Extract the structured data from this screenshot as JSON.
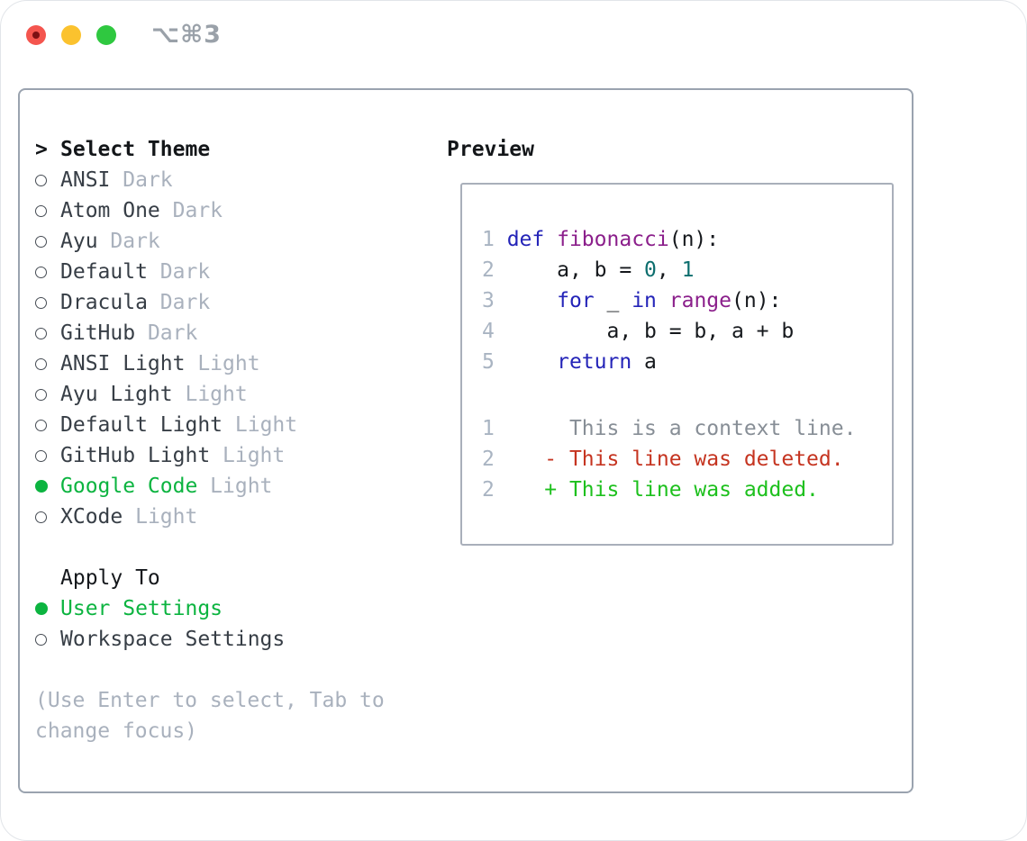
{
  "window": {
    "shortcut_label": "⌥⌘3",
    "traffic_lights": [
      {
        "name": "close-button",
        "color": "#f4554e",
        "dot_color": "#7c1013"
      },
      {
        "name": "minimize-button",
        "color": "#fbc22e"
      },
      {
        "name": "zoom-button",
        "color": "#2fc840"
      }
    ]
  },
  "palette": {
    "panel_border": "#9aa3af",
    "preview_border": "#a9afba",
    "heading_text": "#131619",
    "list_text": "#373e46",
    "dim_text": "#a9b1bd",
    "selected_green": "#0cb440",
    "radio_outline": "#464c54",
    "shortcut_gray": "#9aa1a9",
    "line_number": "#a9b4c2",
    "code_plain": "#15181c",
    "code_keyword": "#2424b8",
    "code_function": "#8b1f8b",
    "code_literal": "#0d6e6e",
    "diff_context": "#878e96",
    "diff_deleted": "#c53420",
    "diff_added": "#1dc01d"
  },
  "theme_picker": {
    "title_prefix": ">",
    "title": "Select Theme",
    "items": [
      {
        "name": "ANSI",
        "variant": "Dark",
        "selected": false
      },
      {
        "name": "Atom One",
        "variant": "Dark",
        "selected": false
      },
      {
        "name": "Ayu",
        "variant": "Dark",
        "selected": false
      },
      {
        "name": "Default",
        "variant": "Dark",
        "selected": false
      },
      {
        "name": "Dracula",
        "variant": "Dark",
        "selected": false
      },
      {
        "name": "GitHub",
        "variant": "Dark",
        "selected": false
      },
      {
        "name": "ANSI Light",
        "variant": "Light",
        "selected": false
      },
      {
        "name": "Ayu Light",
        "variant": "Light",
        "selected": false
      },
      {
        "name": "Default Light",
        "variant": "Light",
        "selected": false
      },
      {
        "name": "GitHub Light",
        "variant": "Light",
        "selected": false
      },
      {
        "name": "Google Code",
        "variant": "Light",
        "selected": true
      },
      {
        "name": "XCode",
        "variant": "Light",
        "selected": false
      }
    ]
  },
  "apply_to": {
    "title": "Apply To",
    "options": [
      {
        "label": "User Settings",
        "selected": true
      },
      {
        "label": "Workspace Settings",
        "selected": false
      }
    ]
  },
  "hint": "(Use Enter to select, Tab to change focus)",
  "preview": {
    "title": "Preview",
    "code_lines": [
      {
        "num": "1",
        "tokens": [
          [
            "def",
            "keyword"
          ],
          [
            " ",
            "plain"
          ],
          [
            "fibonacci",
            "function"
          ],
          [
            "(n):",
            "plain"
          ]
        ]
      },
      {
        "num": "2",
        "tokens": [
          [
            "    a, b = ",
            "plain"
          ],
          [
            "0",
            "literal"
          ],
          [
            ", ",
            "plain"
          ],
          [
            "1",
            "literal"
          ]
        ]
      },
      {
        "num": "3",
        "tokens": [
          [
            "    ",
            "plain"
          ],
          [
            "for",
            "keyword"
          ],
          [
            " _ ",
            "plain"
          ],
          [
            "in",
            "keyword"
          ],
          [
            " ",
            "plain"
          ],
          [
            "range",
            "function"
          ],
          [
            "(n):",
            "plain"
          ]
        ]
      },
      {
        "num": "4",
        "tokens": [
          [
            "        a, b = b, a + b",
            "plain"
          ]
        ]
      },
      {
        "num": "5",
        "tokens": [
          [
            "    ",
            "plain"
          ],
          [
            "return",
            "keyword"
          ],
          [
            " a",
            "plain"
          ]
        ]
      }
    ],
    "diff_lines": [
      {
        "num": "1",
        "prefix": "",
        "text": "This is a context line.",
        "type": "context"
      },
      {
        "num": "2",
        "prefix": "-",
        "text": "This line was deleted.",
        "type": "deleted"
      },
      {
        "num": "2",
        "prefix": "+",
        "text": "This line was added.",
        "type": "added"
      }
    ]
  }
}
